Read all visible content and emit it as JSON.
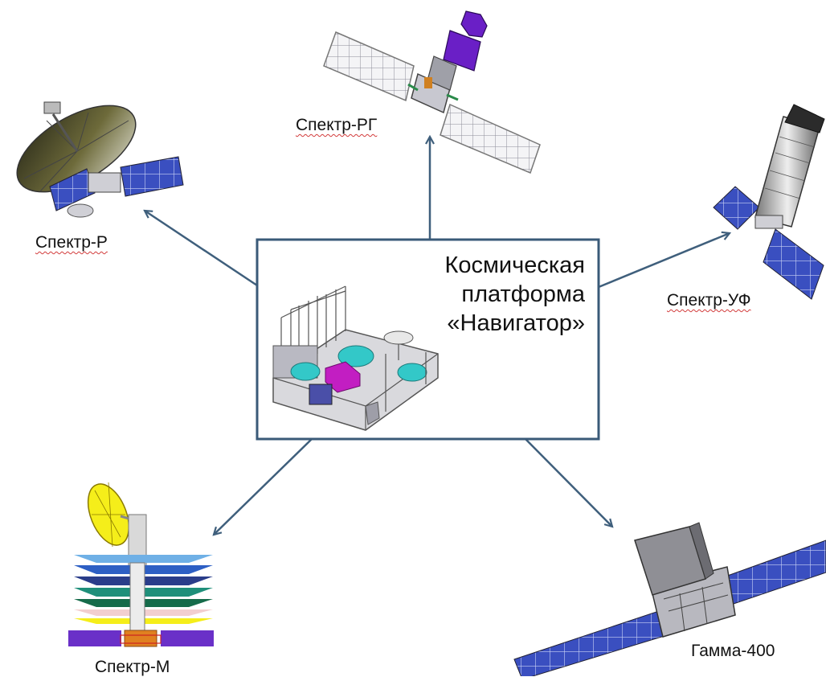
{
  "center": {
    "title_lines": [
      "Космическая",
      "платформа",
      "«Навигатор»"
    ]
  },
  "satellites": {
    "spektr_rg": "Спектр-РГ",
    "spektr_r": "Спектр-Р",
    "spektr_uf": "Спектр-УФ",
    "spektr_m": "Спектр-М",
    "gamma_400": "Гамма-400"
  },
  "colors": {
    "arrow": "#3f5f7c",
    "box_border": "#3a5a78",
    "panel_blue": "#2f45b5",
    "platform_cyan": "#33c8c8",
    "platform_magenta": "#c21ec2",
    "dish_yellow": "#f5ee1a"
  }
}
